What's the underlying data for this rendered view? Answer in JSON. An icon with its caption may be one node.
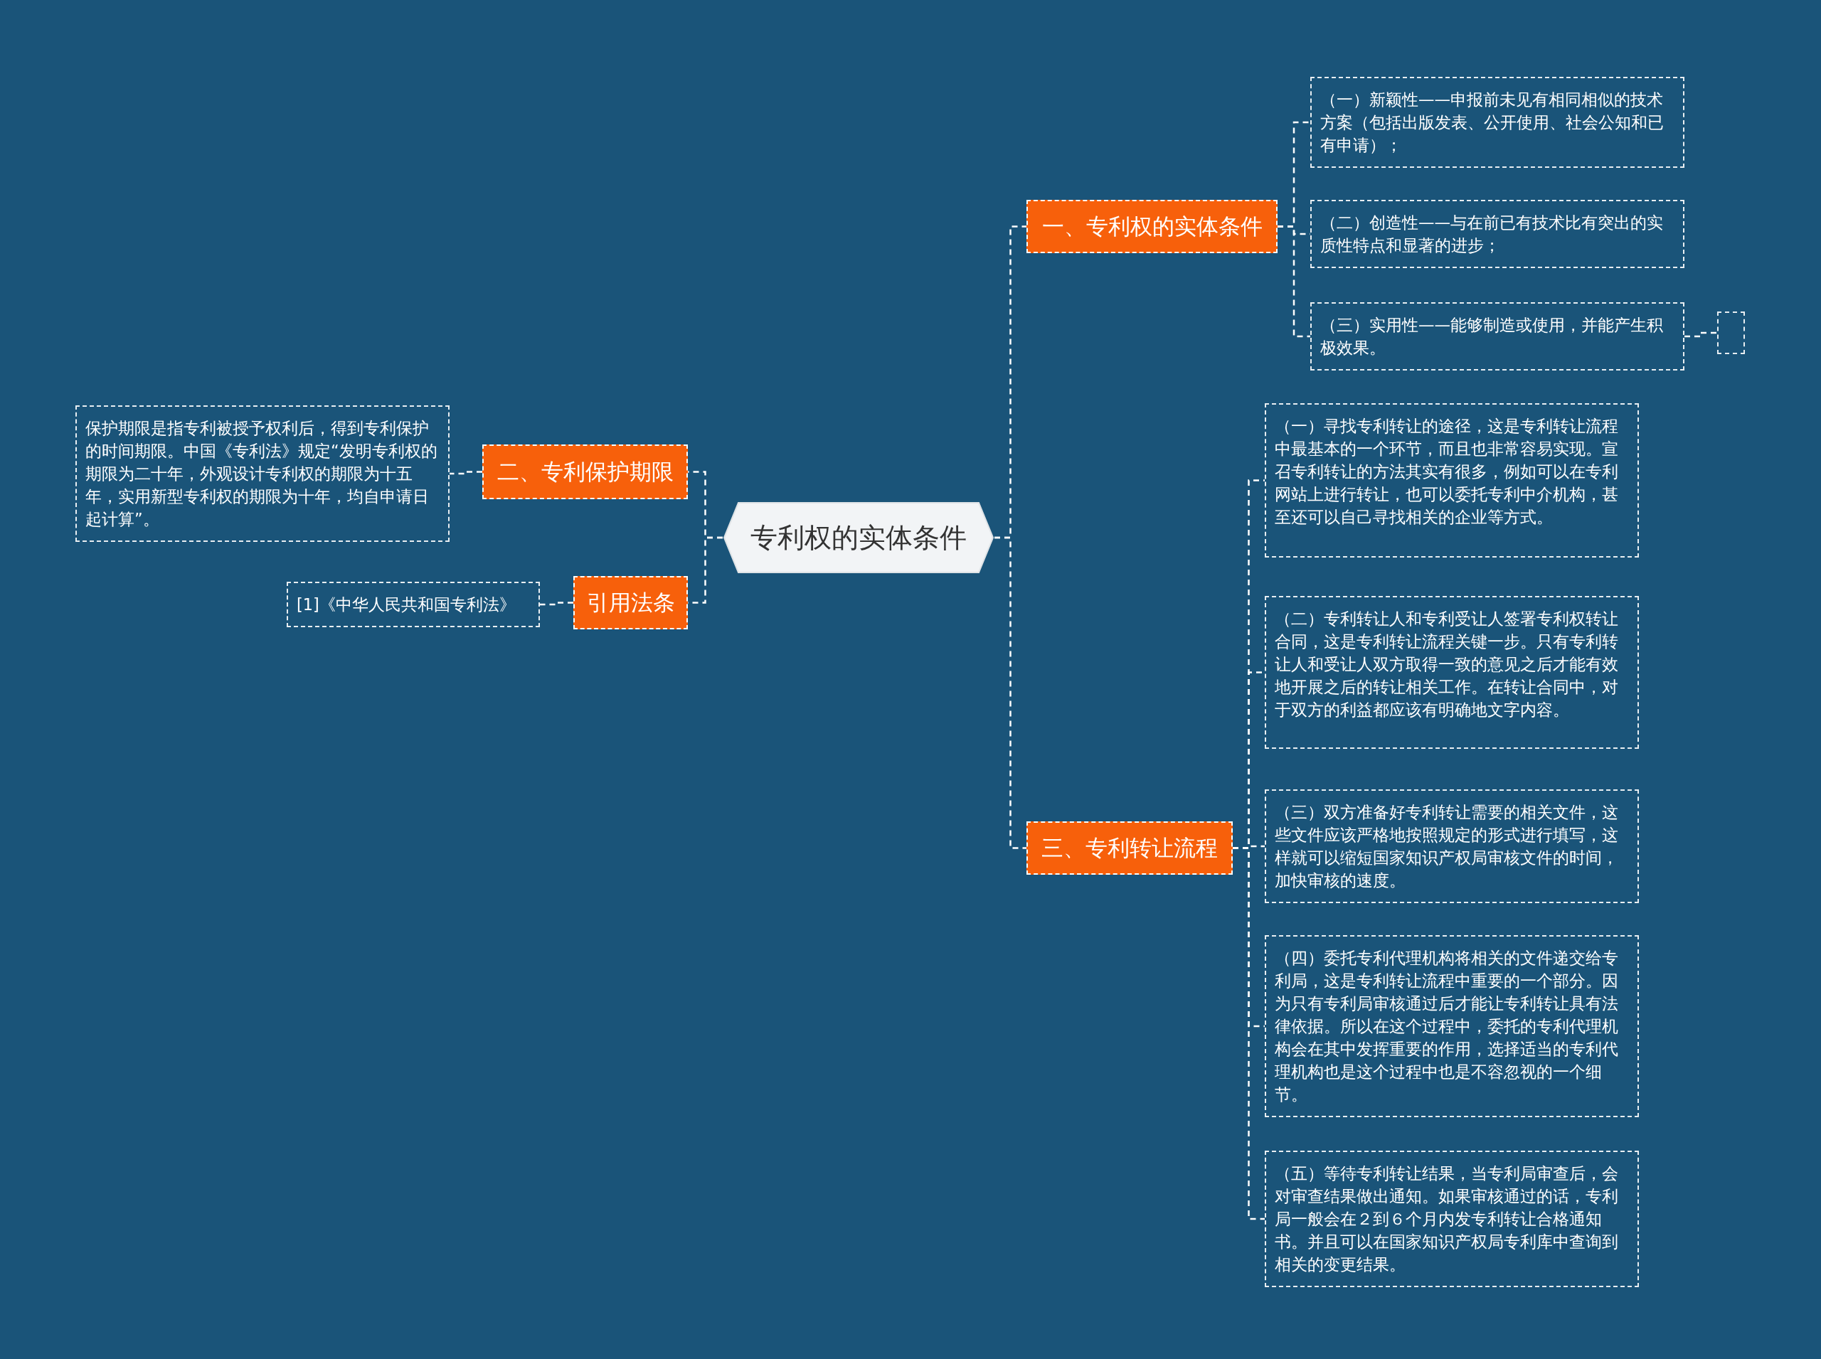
{
  "diagram": {
    "nodes": [
      {
        "text": [
          "专利权的实体条件"
        ]
      },
      {
        "text": [
          "一、专利权的实体条件"
        ]
      },
      {
        "text": [
          "（一）新颖性——申报前未见有相同相似的技术方案（包括出版发表、公开使用、社会公知和已有申请）；"
        ]
      },
      {
        "text": [
          "（二）创造性——与在前已有技术比有突出的实质性特点和显著的进步；"
        ]
      },
      {
        "text": [
          "（三）实用性——能够制造或使用，并能产生积极效果。"
        ]
      },
      {
        "text": [],
        "shape": "box"
      },
      {
        "text": [
          "二、专利保护期限"
        ]
      },
      {
        "text": [
          "保护期限是指专利被授予权利后，得到专利保护的时间期限。中国《专利法》规定“发明专利权的期限为二十年，外观设计专利权的期限为十五年，实用新型专利权的期限为十年，均自申请日起计算”。"
        ]
      },
      {
        "text": [
          "引用法条"
        ]
      },
      {
        "text": [
          "[1]《中华人民共和国专利法》"
        ]
      },
      {
        "text": [
          "三、专利转让流程"
        ]
      },
      {
        "text": [
          "（一）寻找专利转让的途径，这是专利转让流程中最基本的一个环节，而且也非常容易实现。宣召专利转让的方法其实有很多，例如可以在专利网站上进行转让，也可以委托专利中介机构，甚至还可以自己寻找相关的企业等方式。"
        ]
      },
      {
        "text": [
          "（二）专利转让人和专利受让人签署专利权转让合同，这是专利转让流程关键一步。只有专利转让人和受让人双方取得一致的意见之后才能有效地开展之后的转让相关工作。在转让合同中，对于双方的利益都应该有明确地文字内容。"
        ]
      },
      {
        "text": [
          "（三）双方准备好专利转让需要的相关文件，这些文件应该严格地按照规定的形式进行填写，这样就可以缩短国家知识产权局审核文件的时间，加快审核的速度。"
        ]
      },
      {
        "text": [
          "（四）委托专利代理机构将相关的文件递交给专利局，这是专利转让流程中重要的一个部分。因为只有专利局审核通过后才能让专利转让具有法律依据。所以在这个过程中，委托的专利代理机构会在其中发挥重要的作用，选择适当的专利代理机构也是这个过程中也是不容忽视的一个细节。"
        ]
      },
      {
        "text": [
          "（五）等待专利转让结果，当专利局审查后，会对审查结果做出通知。如果审核通过的话，专利局一般会在２到６个月内发专利转让合格通知书。并且可以在国家知识产权局专利库中查询到相关的变更结果。"
        ]
      }
    ],
    "edges": [
      {
        "from": 0,
        "to": 1,
        "arrow": "none",
        "style": "dashed"
      },
      {
        "from": 1,
        "to": 2,
        "arrow": "none",
        "style": "dashed"
      },
      {
        "from": 1,
        "to": 3,
        "arrow": "none",
        "style": "dashed"
      },
      {
        "from": 1,
        "to": 4,
        "arrow": "none",
        "style": "dashed"
      },
      {
        "from": 4,
        "to": 5,
        "arrow": "none",
        "style": "dashed"
      },
      {
        "from": 0,
        "to": 6,
        "arrow": "none",
        "style": "dashed"
      },
      {
        "from": 6,
        "to": 7,
        "arrow": "none",
        "style": "dashed"
      },
      {
        "from": 0,
        "to": 8,
        "arrow": "none",
        "style": "dashed"
      },
      {
        "from": 8,
        "to": 9,
        "arrow": "none",
        "style": "dashed"
      },
      {
        "from": 0,
        "to": 10,
        "arrow": "none",
        "style": "dashed"
      },
      {
        "from": 10,
        "to": 11,
        "arrow": "none",
        "style": "dashed"
      },
      {
        "from": 10,
        "to": 12,
        "arrow": "none",
        "style": "dashed"
      },
      {
        "from": 10,
        "to": 13,
        "arrow": "none",
        "style": "dashed"
      },
      {
        "from": 10,
        "to": 14,
        "arrow": "none",
        "style": "dashed"
      },
      {
        "from": 10,
        "to": 15,
        "arrow": "none",
        "style": "dashed"
      }
    ]
  }
}
